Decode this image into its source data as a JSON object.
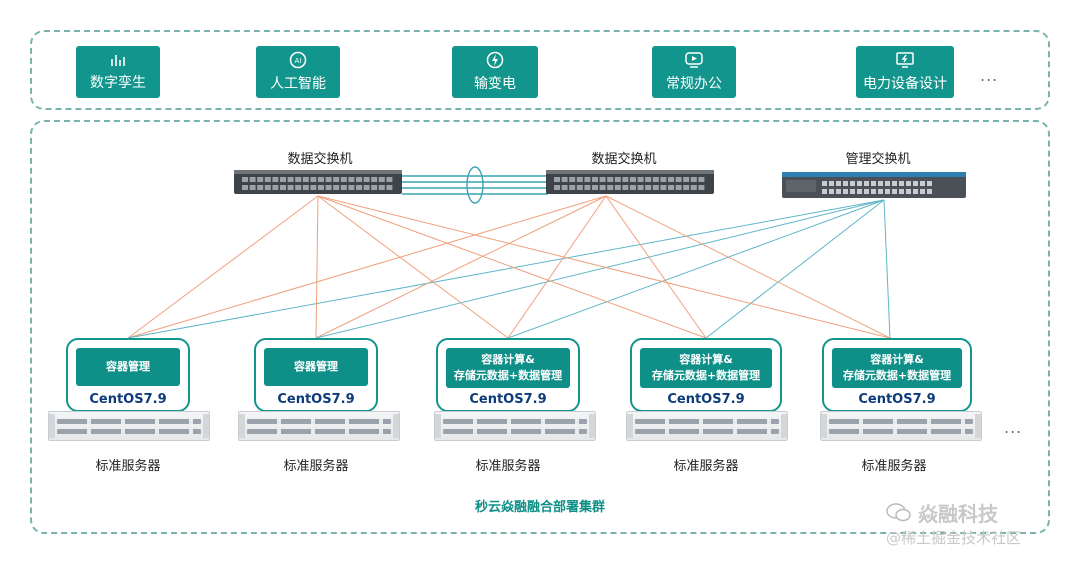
{
  "applications": [
    {
      "label": "数字孪生",
      "icon": "bar-chart-icon"
    },
    {
      "label": "人工智能",
      "icon": "ai-icon"
    },
    {
      "label": "输变电",
      "icon": "power-icon"
    },
    {
      "label": "常规办公",
      "icon": "video-icon"
    },
    {
      "label": "电力设备设计",
      "icon": "design-icon"
    }
  ],
  "more": "...",
  "switches": [
    {
      "label": "数据交换机"
    },
    {
      "label": "数据交换机"
    },
    {
      "label": "管理交换机"
    }
  ],
  "nodes": [
    {
      "role_line1": "容器管理",
      "role_line2": "",
      "os": "CentOS7.9",
      "server_label": "标准服务器"
    },
    {
      "role_line1": "容器管理",
      "role_line2": "",
      "os": "CentOS7.9",
      "server_label": "标准服务器"
    },
    {
      "role_line1": "容器计算&",
      "role_line2": "存储元数据+数据管理",
      "os": "CentOS7.9",
      "server_label": "标准服务器"
    },
    {
      "role_line1": "容器计算&",
      "role_line2": "存储元数据+数据管理",
      "os": "CentOS7.9",
      "server_label": "标准服务器"
    },
    {
      "role_line1": "容器计算&",
      "role_line2": "存储元数据+数据管理",
      "os": "CentOS7.9",
      "server_label": "标准服务器"
    }
  ],
  "cluster_title": "秒云焱融融合部署集群",
  "watermark": {
    "line1": "焱融科技",
    "line2": "@稀土掘金技术社区"
  },
  "colors": {
    "teal": "#12958c",
    "data_link": "#f0a07c",
    "mgmt_link": "#5fb6c8",
    "stack_link": "#3aa4b4"
  }
}
